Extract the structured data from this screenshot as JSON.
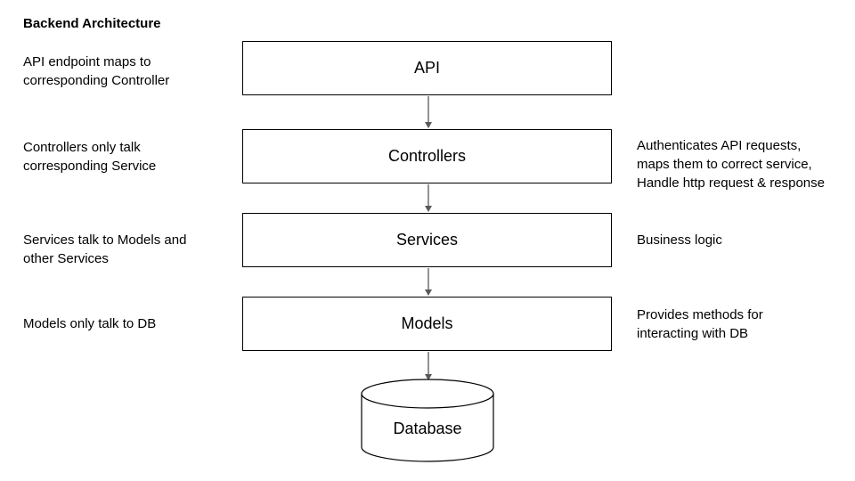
{
  "title": "Backend Architecture",
  "layers": [
    {
      "name": "API",
      "left_note": "API endpoint maps to\ncorresponding Controller",
      "right_note": ""
    },
    {
      "name": "Controllers",
      "left_note": "Controllers only talk\ncorresponding Service",
      "right_note": "Authenticates API requests,\nmaps them to correct service,\nHandle http request & response"
    },
    {
      "name": "Services",
      "left_note": "Services talk to Models and\nother Services",
      "right_note": "Business logic"
    },
    {
      "name": "Models",
      "left_note": "Models only talk to DB",
      "right_note": "Provides methods for\ninteracting with DB"
    }
  ],
  "database": {
    "name": "Database"
  },
  "colors": {
    "stroke": "#000000",
    "arrow": "#595959",
    "background": "#ffffff"
  }
}
